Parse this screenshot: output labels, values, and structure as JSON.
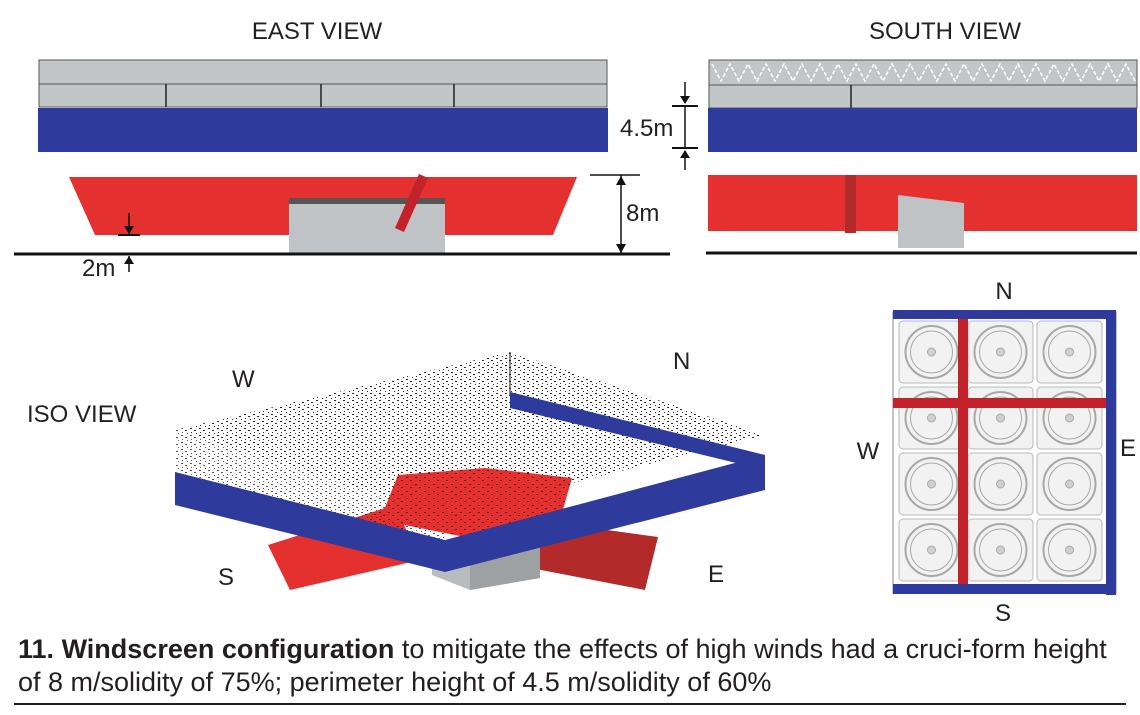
{
  "views": {
    "east": "EAST VIEW",
    "south": "SOUTH VIEW",
    "iso": "ISO VIEW"
  },
  "dimensions": {
    "perimeter_height": "4.5m",
    "cruciform_height": "8m",
    "ground_clearance": "2m"
  },
  "compass": {
    "north": "N",
    "south": "S",
    "east": "E",
    "west": "W"
  },
  "caption": {
    "number": "11.",
    "title": "Windscreen configuration",
    "text": "to mitigate the effects of high winds had a cruci-form height of 8 m/solidity of 75%; perimeter height of 4.5 m/solidity of 60%"
  },
  "colors": {
    "perimeter_screen": "#2e3a9c",
    "cruciform_screen": "#e53030",
    "cruciform_dark": "#b22a2a",
    "roof_grey": "#c3c6c9",
    "building_grey": "#c0c3c6"
  }
}
